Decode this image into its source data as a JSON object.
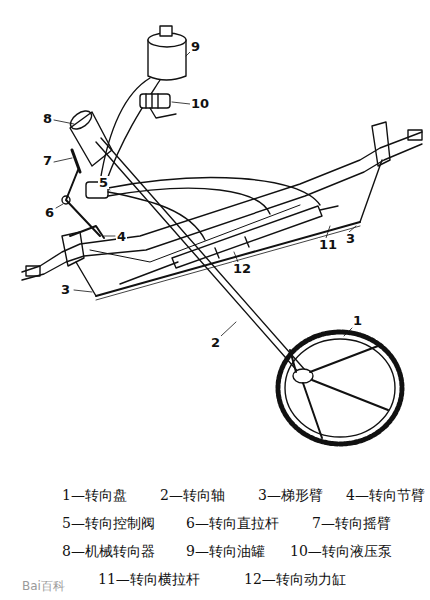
{
  "diagram": {
    "labels": [
      "1",
      "2",
      "3",
      "3",
      "4",
      "5",
      "6",
      "7",
      "8",
      "9",
      "10",
      "11",
      "12",
      "1—转向盘",
      "2—转向轴",
      "3—梯形臂",
      "4—转向节臂",
      "5—转向控制阀",
      "6—转向直拉杆",
      "7—转向摇臂",
      "8—机械转向器",
      "9—转向油罐",
      "10—转向液压泵",
      "11—转向横拉杆",
      "12—转向动力缸",
      "Bai百科"
    ]
  }
}
